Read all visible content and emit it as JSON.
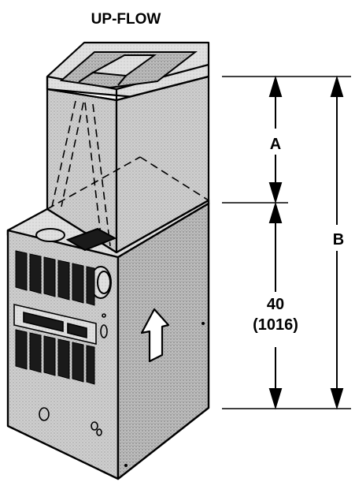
{
  "title": "UP-FLOW",
  "dimensions": {
    "a_label": "A",
    "b_label": "B",
    "height_value": "40",
    "height_metric": "(1016)"
  },
  "colors": {
    "line": "#000000",
    "cabinet_fill": "#c9c9c9",
    "cabinet_side": "#bdbdbd",
    "plenum_fill": "#d4d4d4",
    "top_fill": "#e2e2e2",
    "louver": "#1a1a1a"
  }
}
